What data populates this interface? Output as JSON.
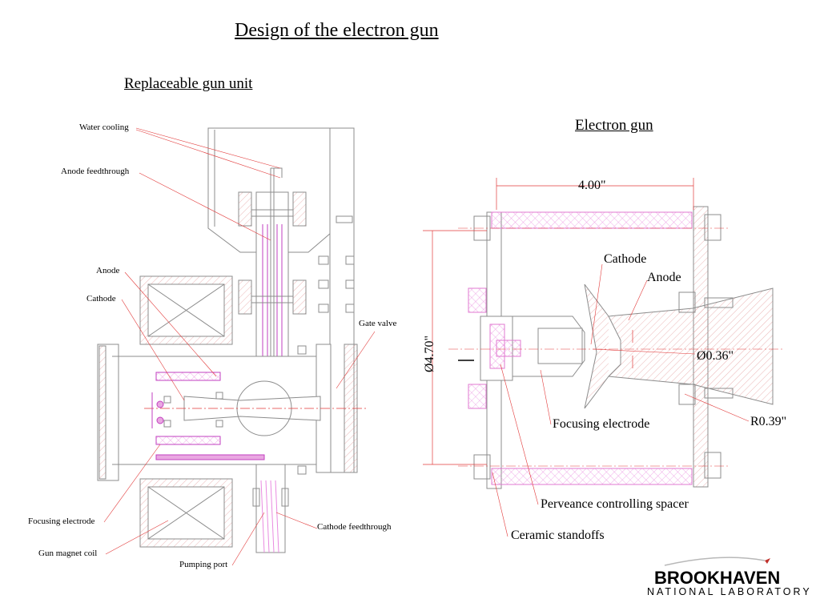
{
  "title": "Design of the electron gun",
  "left_diagram": {
    "heading": "Replaceable gun unit",
    "labels": {
      "water_cooling": "Water cooling",
      "anode_feedthrough": "Anode feedthrough",
      "anode": "Anode",
      "cathode": "Cathode",
      "gate_valve": "Gate valve",
      "focusing_electrode": "Focusing electrode",
      "gun_magnet_coil": "Gun magnet coil",
      "pumping_port": "Pumping port",
      "cathode_feedthrough": "Cathode feedthrough"
    }
  },
  "right_diagram": {
    "heading": "Electron gun",
    "dimensions": {
      "width": "4.00\"",
      "diameter": "Ø4.70\"",
      "aperture": "Ø0.36\"",
      "radius": "R0.39\""
    },
    "labels": {
      "cathode": "Cathode",
      "anode": "Anode",
      "focusing_electrode": "Focusing electrode",
      "perveance_spacer": "Perveance controlling spacer",
      "ceramic_standoffs": "Ceramic standoffs"
    }
  },
  "logo": {
    "name": "BROOKHAVEN",
    "subtitle": "NATIONAL LABORATORY"
  },
  "colors": {
    "drawing": "#8c8c8c",
    "leader": "#e23a3a",
    "hatch_pink": "#e07ad0",
    "magenta": "#c23fc0",
    "logo": "#000000"
  }
}
